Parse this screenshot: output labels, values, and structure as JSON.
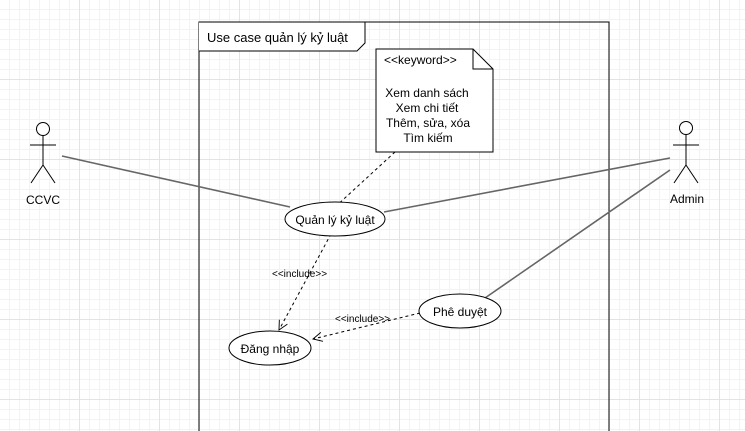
{
  "diagram": {
    "frame_title": "Use case quản lý kỷ luật",
    "actors": {
      "ccvc": {
        "label": "CCVC"
      },
      "admin": {
        "label": "Admin"
      }
    },
    "use_cases": {
      "quan_ly": {
        "label": "Quản lý kỷ luật"
      },
      "phe_duyet": {
        "label": "Phê duyệt"
      },
      "dang_nhap": {
        "label": "Đăng nhập"
      }
    },
    "note": {
      "stereotype": "<<keyword>>",
      "lines": [
        "Xem danh sách",
        "Xem chi tiết",
        "Thêm, sửa, xóa",
        "Tìm kiếm"
      ]
    },
    "relations": {
      "include_1": "<<include>>",
      "include_2": "<<include>>"
    }
  }
}
